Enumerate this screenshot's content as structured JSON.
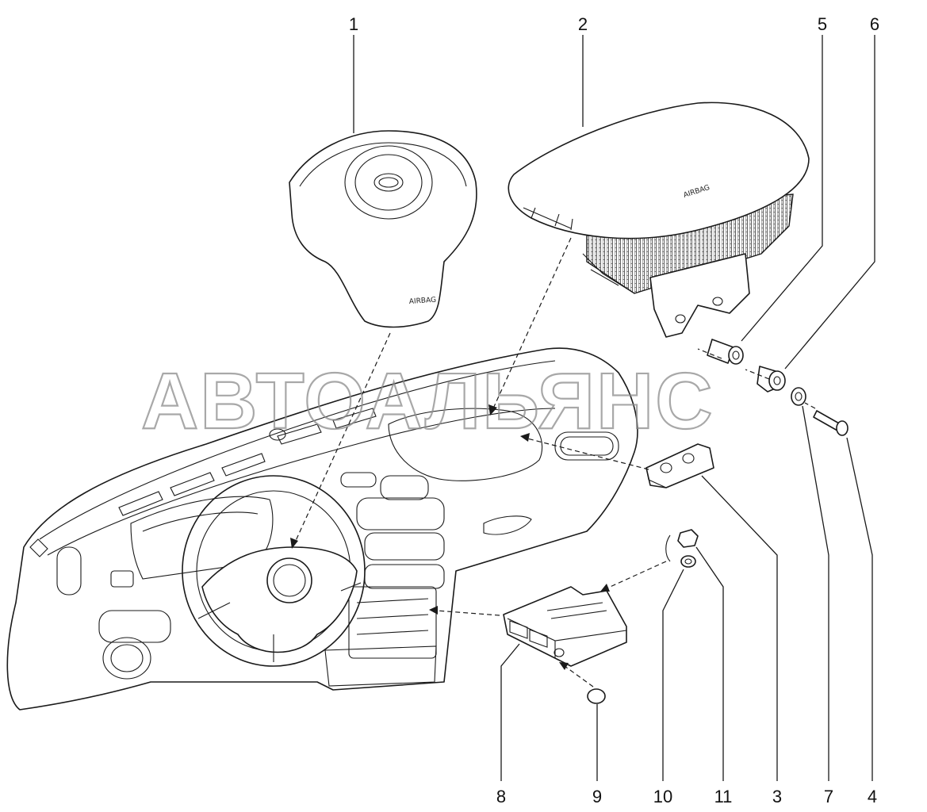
{
  "callouts": [
    {
      "id": "1",
      "label": "1"
    },
    {
      "id": "2",
      "label": "2"
    },
    {
      "id": "3",
      "label": "3"
    },
    {
      "id": "4",
      "label": "4"
    },
    {
      "id": "5",
      "label": "5"
    },
    {
      "id": "6",
      "label": "6"
    },
    {
      "id": "7",
      "label": "7"
    },
    {
      "id": "8",
      "label": "8"
    },
    {
      "id": "9",
      "label": "9"
    },
    {
      "id": "10",
      "label": "10"
    },
    {
      "id": "11",
      "label": "11"
    }
  ],
  "watermark": "АВТОАЛЬЯНС",
  "module_labels": {
    "steering_airbag": "AIRBAG",
    "passenger_airbag": "AIRBAG"
  },
  "colors": {
    "line": "#1a1a1a",
    "watermark": "#8c8c8c",
    "background": "#ffffff"
  }
}
